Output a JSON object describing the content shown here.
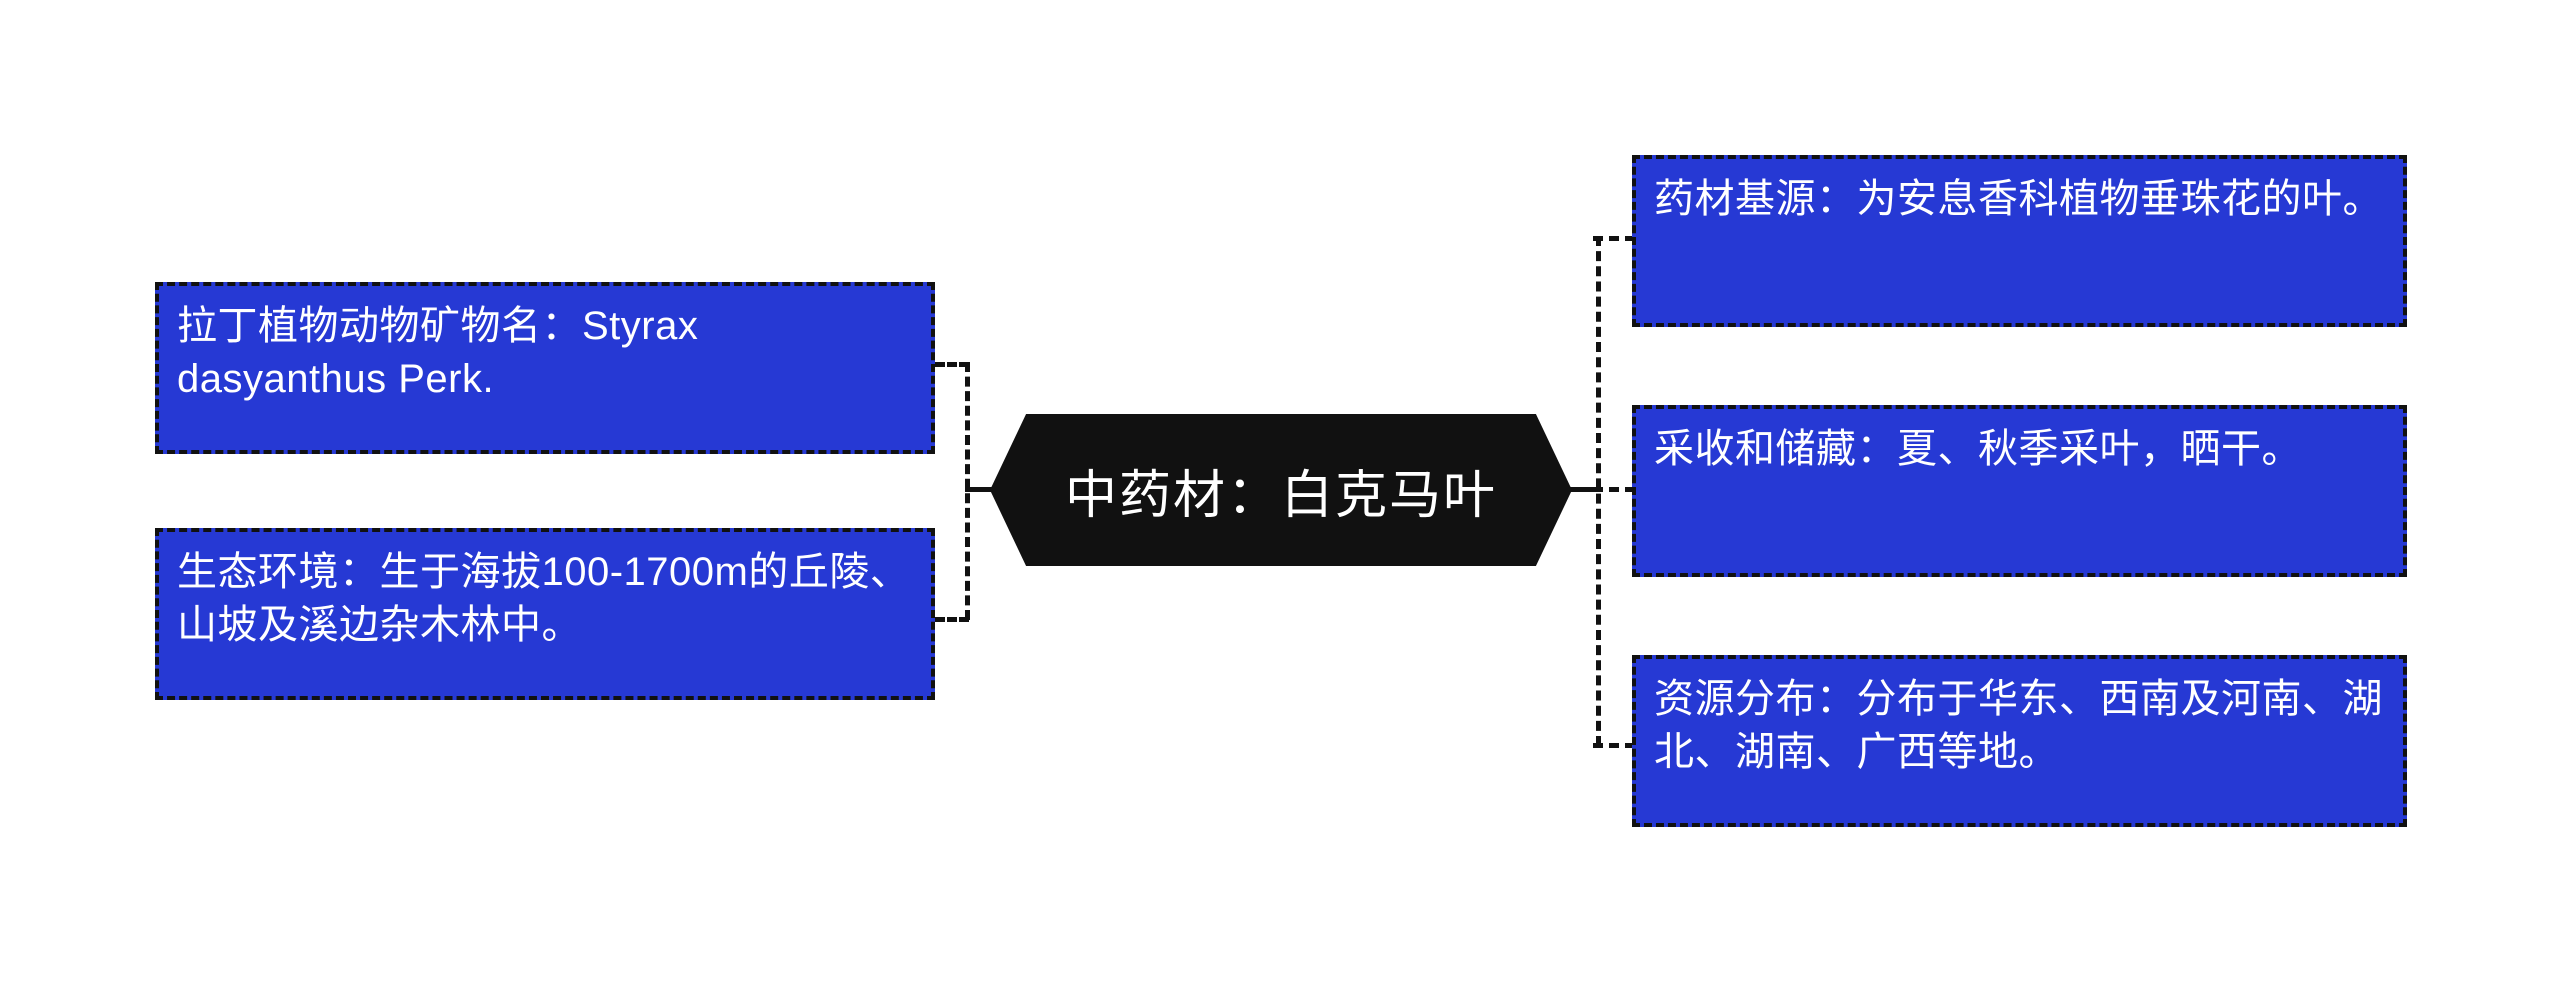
{
  "diagram": {
    "type": "mind-map",
    "center": {
      "label": "中药材：白克马叶",
      "shape": "hexagon",
      "fill_color": "#111111",
      "text_color": "#ffffff"
    },
    "node_style": {
      "fill_color": "#2639d4",
      "border_color": "#111111",
      "border_style": "dashed",
      "text_color": "#ffffff"
    },
    "connector_style": {
      "color": "#111111",
      "style": "dashed"
    },
    "left_nodes": [
      {
        "id": "latin-name",
        "label": "拉丁植物动物矿物名：Styrax dasyanthus Perk."
      },
      {
        "id": "ecology",
        "label": "生态环境：生于海拔100-1700m的丘陵、山坡及溪边杂木林中。"
      }
    ],
    "right_nodes": [
      {
        "id": "source",
        "label": "药材基源：为安息香科植物垂珠花的叶。"
      },
      {
        "id": "harvest",
        "label": "采收和储藏：夏、秋季采叶，晒干。"
      },
      {
        "id": "distribution",
        "label": "资源分布：分布于华东、西南及河南、湖北、湖南、广西等地。"
      }
    ]
  }
}
